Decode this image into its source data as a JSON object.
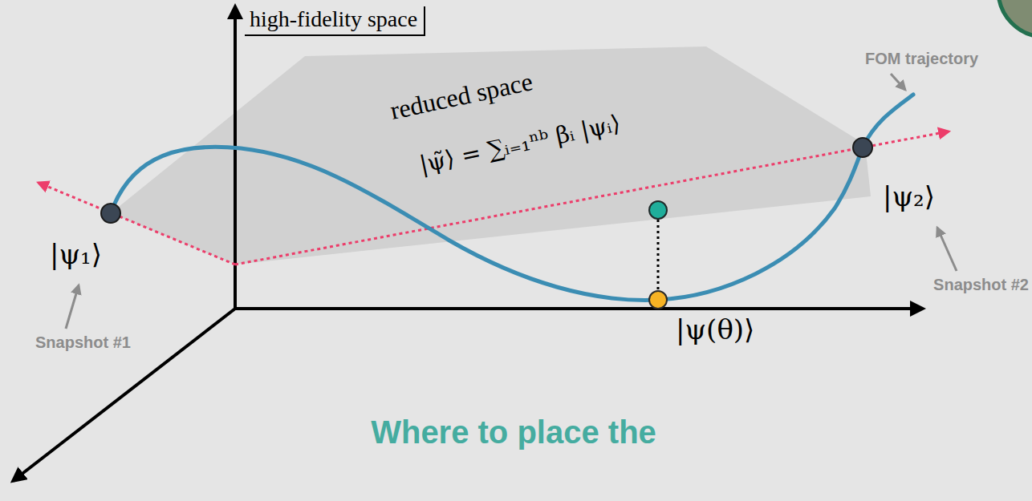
{
  "diagram": {
    "labels": [
      "high-fidelity space",
      "reduced space",
      "|ψ̃⟩ = ∑ᵢ₌₁ⁿᵇ βᵢ |ψᵢ⟩",
      "FOM trajectory",
      "|ψ₁⟩",
      "|ψ₂⟩",
      "Snapshot #1",
      "Snapshot #2",
      "|ψ(θ)⟩",
      "Where to place the"
    ]
  }
}
